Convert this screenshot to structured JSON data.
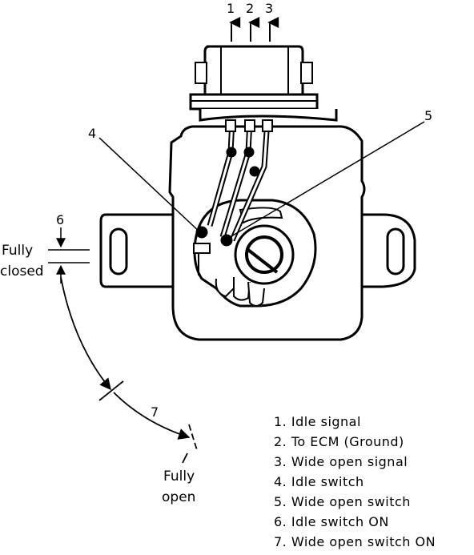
{
  "diagram": {
    "callouts": {
      "c1": "1",
      "c2": "2",
      "c3": "3",
      "c4": "4",
      "c5": "5",
      "c6": "6",
      "c7": "7"
    },
    "labels": {
      "fully_closed_line1": "Fully",
      "fully_closed_line2": "closed",
      "fully_open_line1": "Fully",
      "fully_open_line2": "open"
    },
    "legend": [
      "1.  Idle signal",
      "2.  To ECM (Ground)",
      "3.  Wide open signal",
      "4.  Idle switch",
      "5.  Wide open switch",
      "6.  Idle switch ON",
      "7.  Wide open switch ON"
    ]
  }
}
